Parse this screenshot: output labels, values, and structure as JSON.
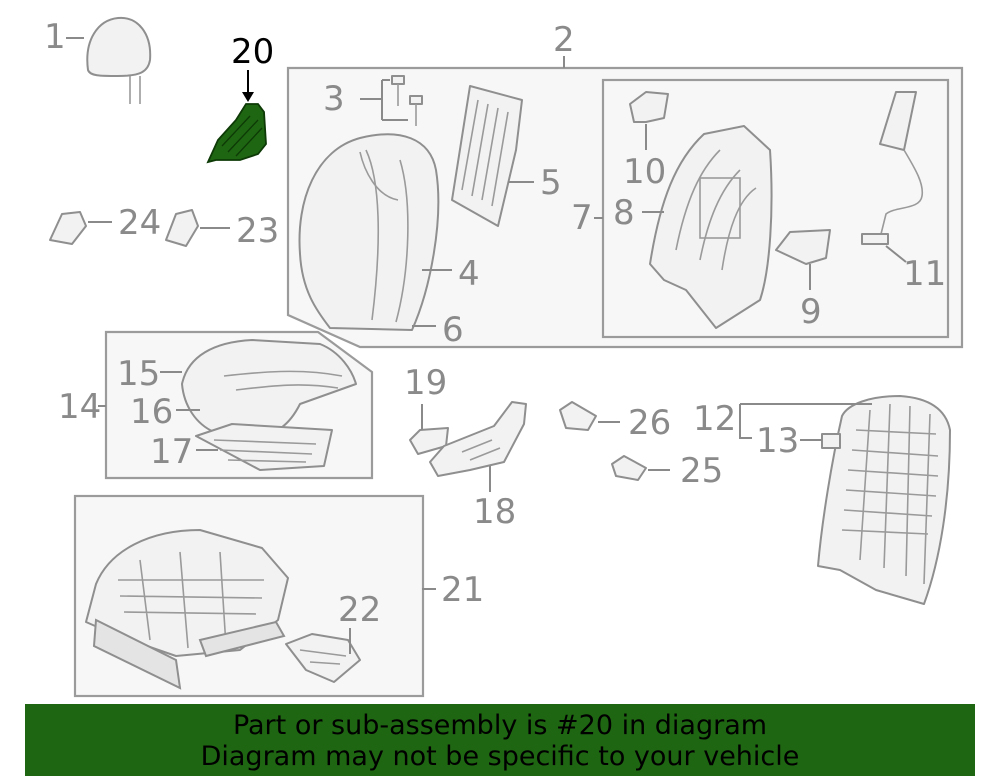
{
  "diagram": {
    "callouts": {
      "c1": "1",
      "c2": "2",
      "c3": "3",
      "c4": "4",
      "c5": "5",
      "c6": "6",
      "c7": "7",
      "c8": "8",
      "c9": "9",
      "c10": "10",
      "c11": "11",
      "c12": "12",
      "c13": "13",
      "c14": "14",
      "c15": "15",
      "c16": "16",
      "c17": "17",
      "c18": "18",
      "c19": "19",
      "c20": "20",
      "c21": "21",
      "c22": "22",
      "c23": "23",
      "c24": "24",
      "c25": "25",
      "c26": "26"
    },
    "highlighted_part": "20"
  },
  "footer": {
    "line1": "Part or sub-assembly is #20 in diagram",
    "line2": "Diagram may not be specific to your vehicle"
  },
  "colors": {
    "highlight": "#1f6612",
    "banner": "#1f6612",
    "line": "#8f8f8f"
  }
}
